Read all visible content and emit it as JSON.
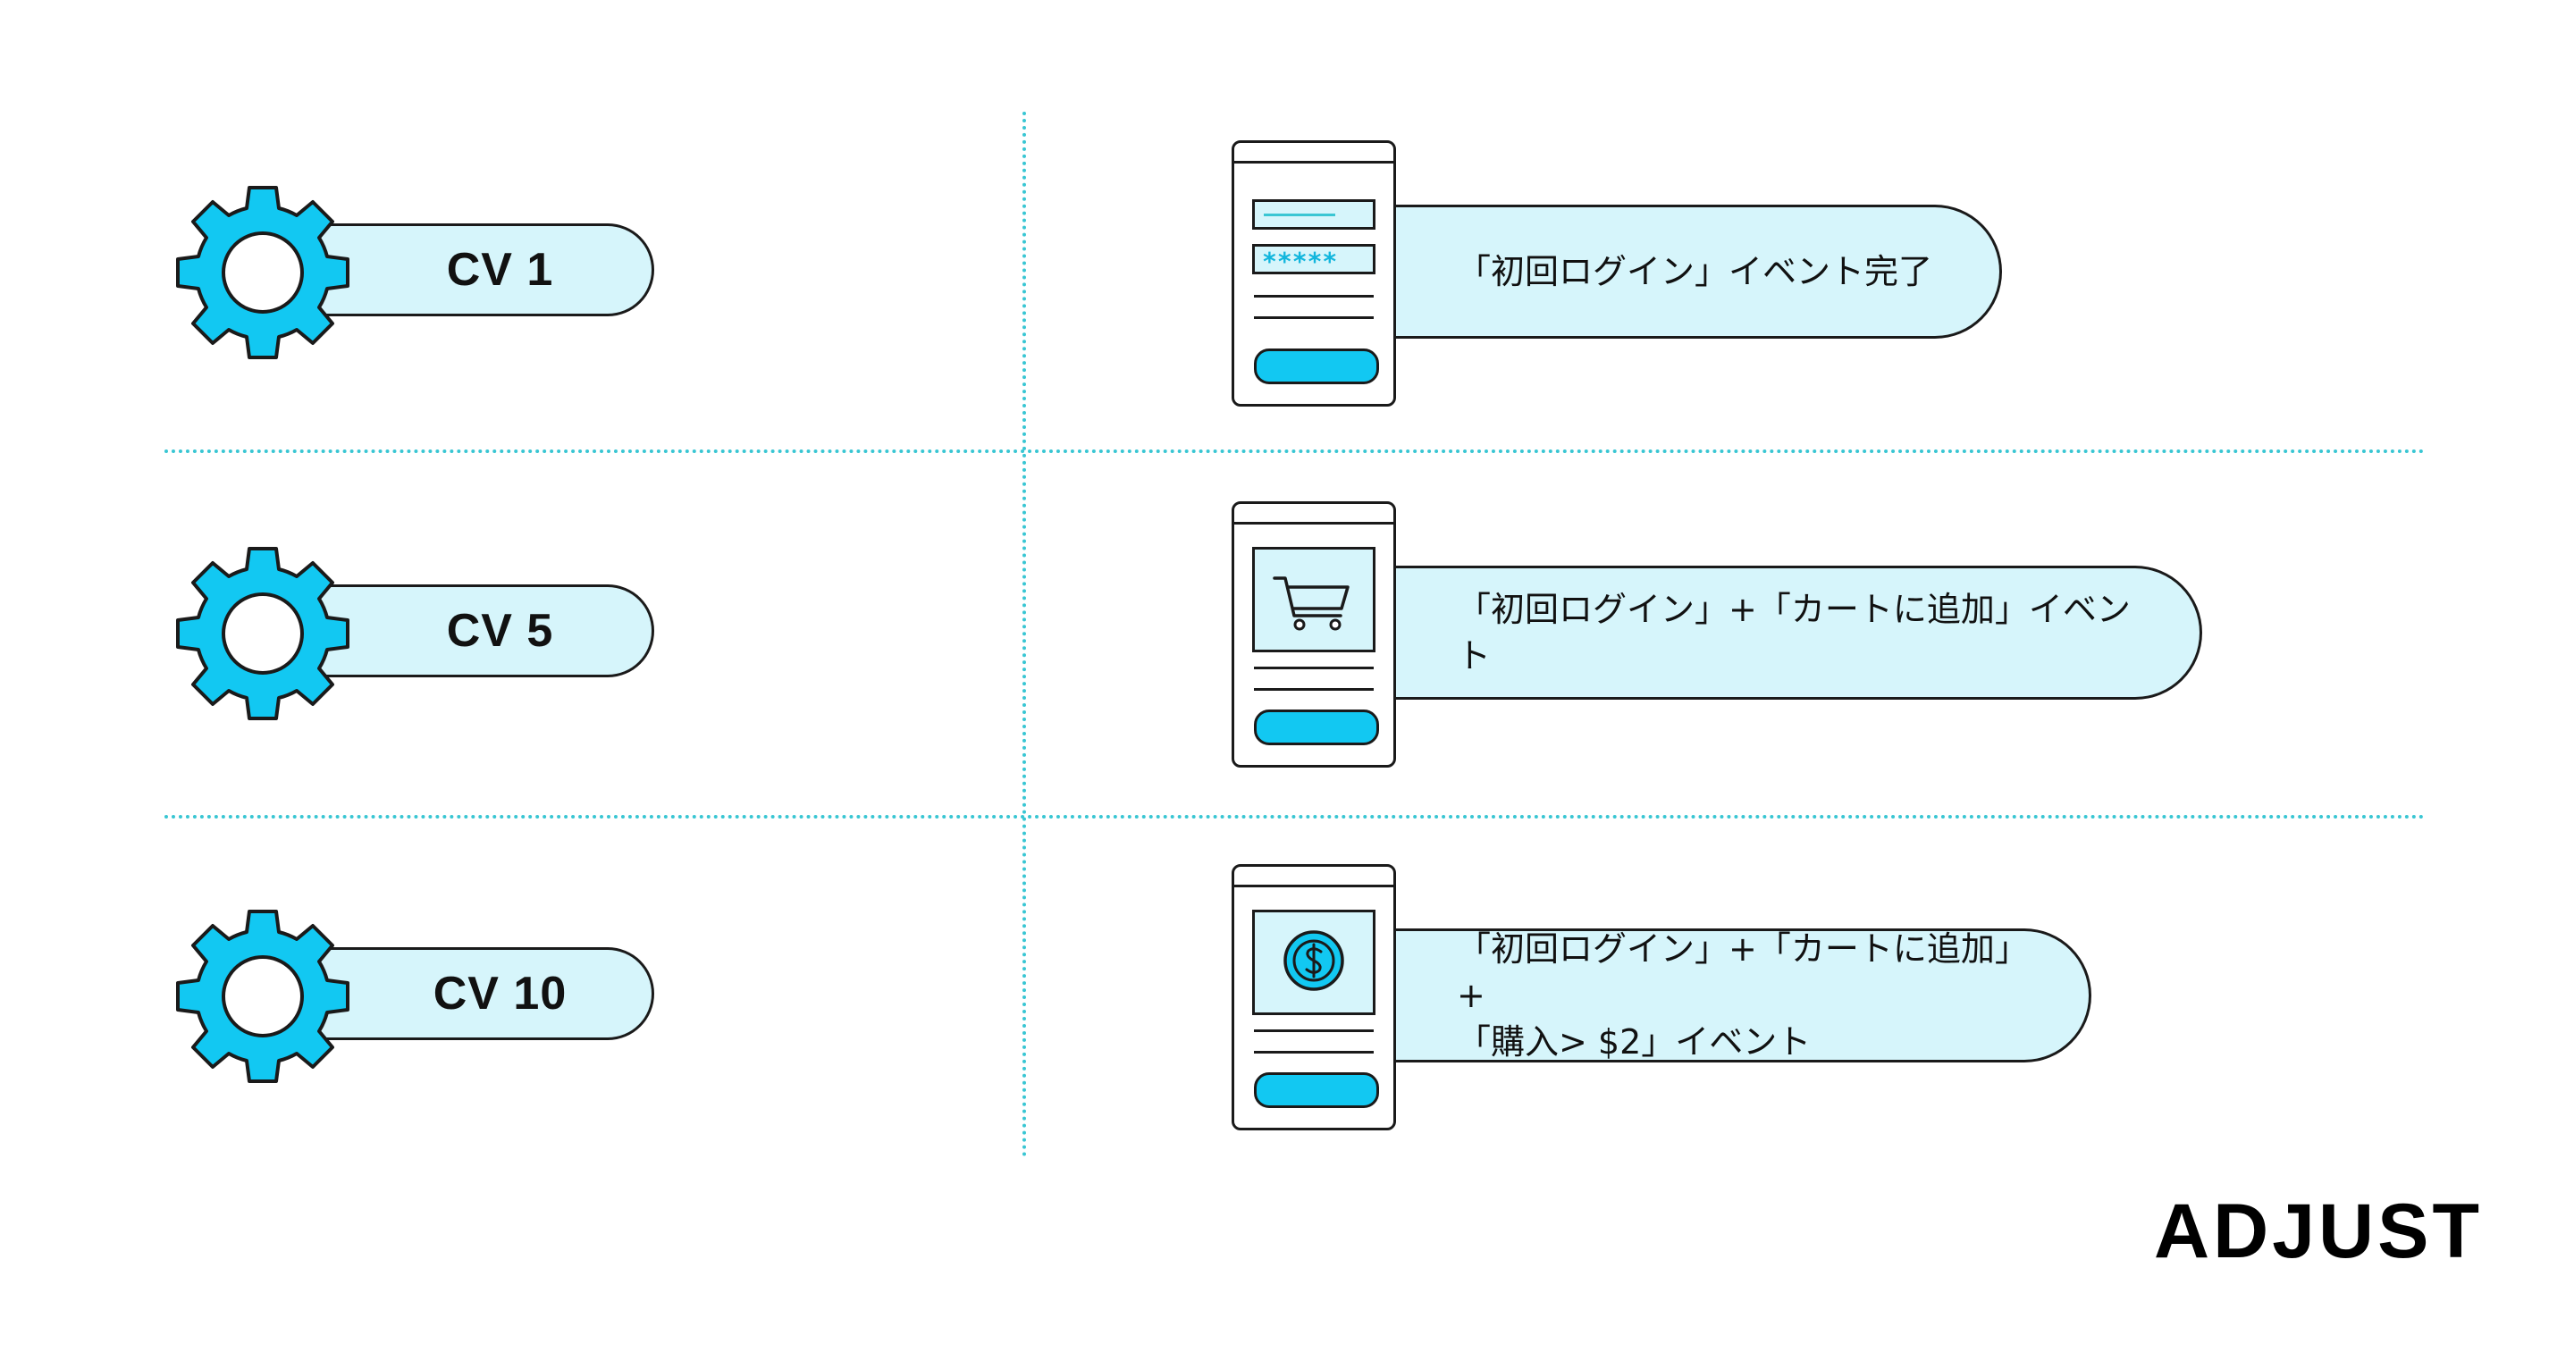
{
  "colors": {
    "accent": "#12c8f2",
    "pill_fill": "#d6f5fb",
    "divider": "#39c6d3",
    "outline": "#1a1a1a"
  },
  "rows": [
    {
      "cv_label": "CV 1",
      "icon": "login-form-icon",
      "password_mask": "*****",
      "event_lines": [
        "「初回ログイン」イベント完了"
      ]
    },
    {
      "cv_label": "CV 5",
      "icon": "shopping-cart-icon",
      "event_lines": [
        "「初回ログイン」+「カートに追加」イベント"
      ]
    },
    {
      "cv_label": "CV 10",
      "icon": "dollar-coin-icon",
      "event_lines": [
        "「初回ログイン」+「カートに追加」+",
        "「購入> $2」イベント"
      ]
    }
  ],
  "brand": {
    "logo_text": "ADJUST"
  }
}
